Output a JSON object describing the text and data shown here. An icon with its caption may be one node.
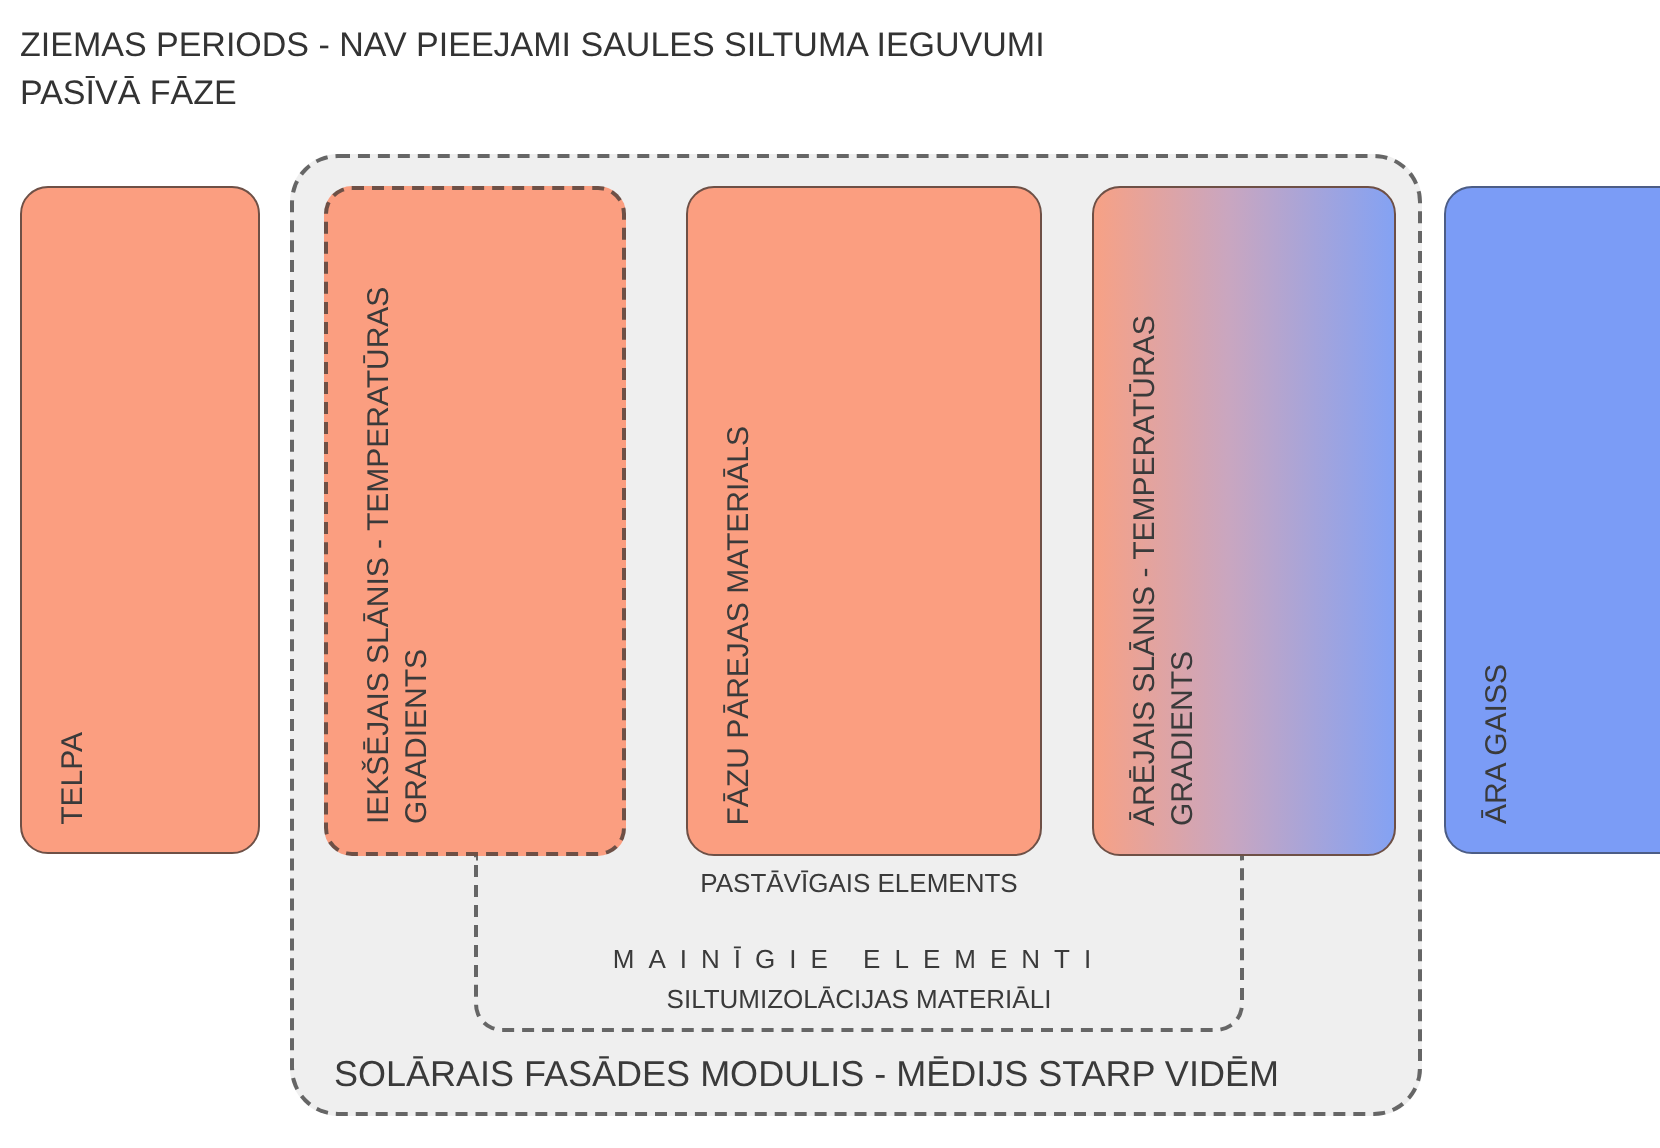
{
  "diagram": {
    "title": "ZIEMAS PERIODS - NAV PIEEJAMI SAULES SILTUMA IEGUVUMI",
    "nodes": [
      {
        "text": [
          "TELPA"
        ]
      },
      {
        "text": [
          "SOLĀRAIS FASĀDES MODULIS - MĒDIJS STARP VIDĒM"
        ]
      },
      {
        "text": [
          "IEKŠĒJAIS SLĀNIS - TEMPERATŪRAS GRADIENTS"
        ],
        "in": 1
      },
      {
        "text": [
          "FĀZU PĀREJAS MATERIĀLS"
        ],
        "in": 1
      },
      {
        "text": [
          "ĀRĒJAIS SLĀNIS - TEMPERATŪRAS GRADIENTS"
        ],
        "in": 1
      },
      {
        "text": [
          "PASTĀVĪGAIS ELEMENTS",
          "MAINĪGIE ELEMENTI",
          "SILTUMIZOLĀCIJAS MATERIĀLI"
        ],
        "in": 1
      },
      {
        "text": [
          "ĀRA GAISS"
        ]
      }
    ],
    "labels": [
      "PASĪVĀ FĀZE"
    ]
  }
}
